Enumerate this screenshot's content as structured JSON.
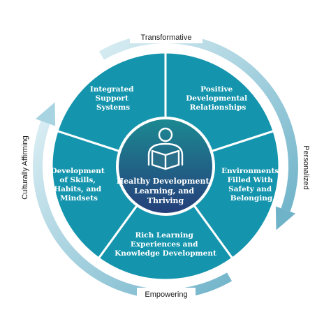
{
  "ring_labels": {
    "top": "Transformative",
    "right": "Personalized",
    "bottom": "Empowering",
    "left": "Culturally Affirming"
  },
  "segments": [
    {
      "lines": [
        "Integrated",
        "Support",
        "Systems"
      ]
    },
    {
      "lines": [
        "Positive",
        "Developmental",
        "Relationships"
      ]
    },
    {
      "lines": [
        "Environments",
        "Filled With",
        "Safety and",
        "Belonging"
      ]
    },
    {
      "lines": [
        "Rich Learning",
        "Experiences and",
        "Knowledge Development"
      ]
    },
    {
      "lines": [
        "Development",
        "of Skills,",
        "Habits, and",
        "Mindsets"
      ]
    }
  ],
  "center": {
    "lines": [
      "Healthy Development,",
      "Learning, and",
      "Thriving"
    ],
    "icon": "reading-person-icon"
  },
  "colors": {
    "segment_fill": "#1595ad",
    "segment_border": "#ffffff",
    "center_top": "#1c8a92",
    "center_bottom": "#253e7a",
    "arrow_light": "#dbeef4",
    "arrow_mid": "#a8d4e2",
    "arrow_dark": "#6fb3c9"
  }
}
